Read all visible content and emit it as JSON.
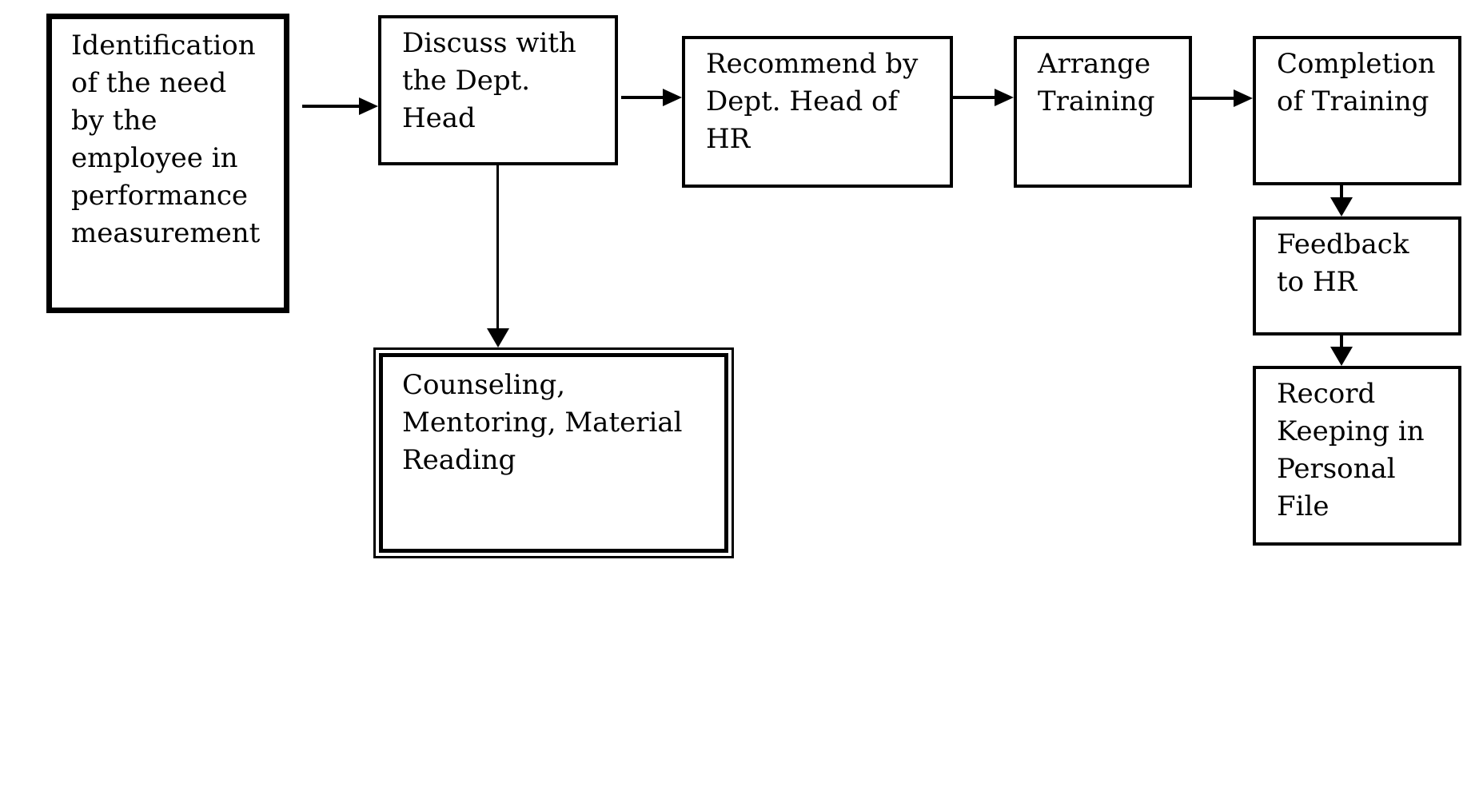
{
  "diagram": {
    "type": "flowchart",
    "background_color": "#ffffff",
    "line_color": "#000000",
    "text_color": "#000000",
    "boxes": [
      {
        "id": "identification-of-need",
        "label": "Identification\nof the need\nby the\nemployee in\nperformance\nmeasurement",
        "border": "thick-single"
      },
      {
        "id": "discuss-with-dept-head",
        "label": "Discuss with\nthe Dept.\nHead",
        "border": "single"
      },
      {
        "id": "recommend-by-dept-head-of-hr",
        "label": "Recommend by\nDept. Head of\nHR",
        "border": "single"
      },
      {
        "id": "arrange-training",
        "label": "Arrange\nTraining",
        "border": "single"
      },
      {
        "id": "completion-of-training",
        "label": "Completion\nof Training",
        "border": "single"
      },
      {
        "id": "feedback-to-hr",
        "label": "Feedback\nto HR",
        "border": "single"
      },
      {
        "id": "record-keeping-in-personal-file",
        "label": "Record\nKeeping in\nPersonal\nFile",
        "border": "single"
      },
      {
        "id": "counseling-mentoring-material-reading",
        "label": "Counseling,\nMentoring, Material\nReading",
        "border": "double"
      }
    ],
    "connections": [
      {
        "from": "identification-of-need",
        "to": "discuss-with-dept-head",
        "direction": "right"
      },
      {
        "from": "discuss-with-dept-head",
        "to": "recommend-by-dept-head-of-hr",
        "direction": "right"
      },
      {
        "from": "recommend-by-dept-head-of-hr",
        "to": "arrange-training",
        "direction": "right"
      },
      {
        "from": "arrange-training",
        "to": "completion-of-training",
        "direction": "right"
      },
      {
        "from": "completion-of-training",
        "to": "feedback-to-hr",
        "direction": "down"
      },
      {
        "from": "feedback-to-hr",
        "to": "record-keeping-in-personal-file",
        "direction": "down"
      },
      {
        "from": "discuss-with-dept-head",
        "to": "counseling-mentoring-material-reading",
        "direction": "down"
      }
    ]
  }
}
